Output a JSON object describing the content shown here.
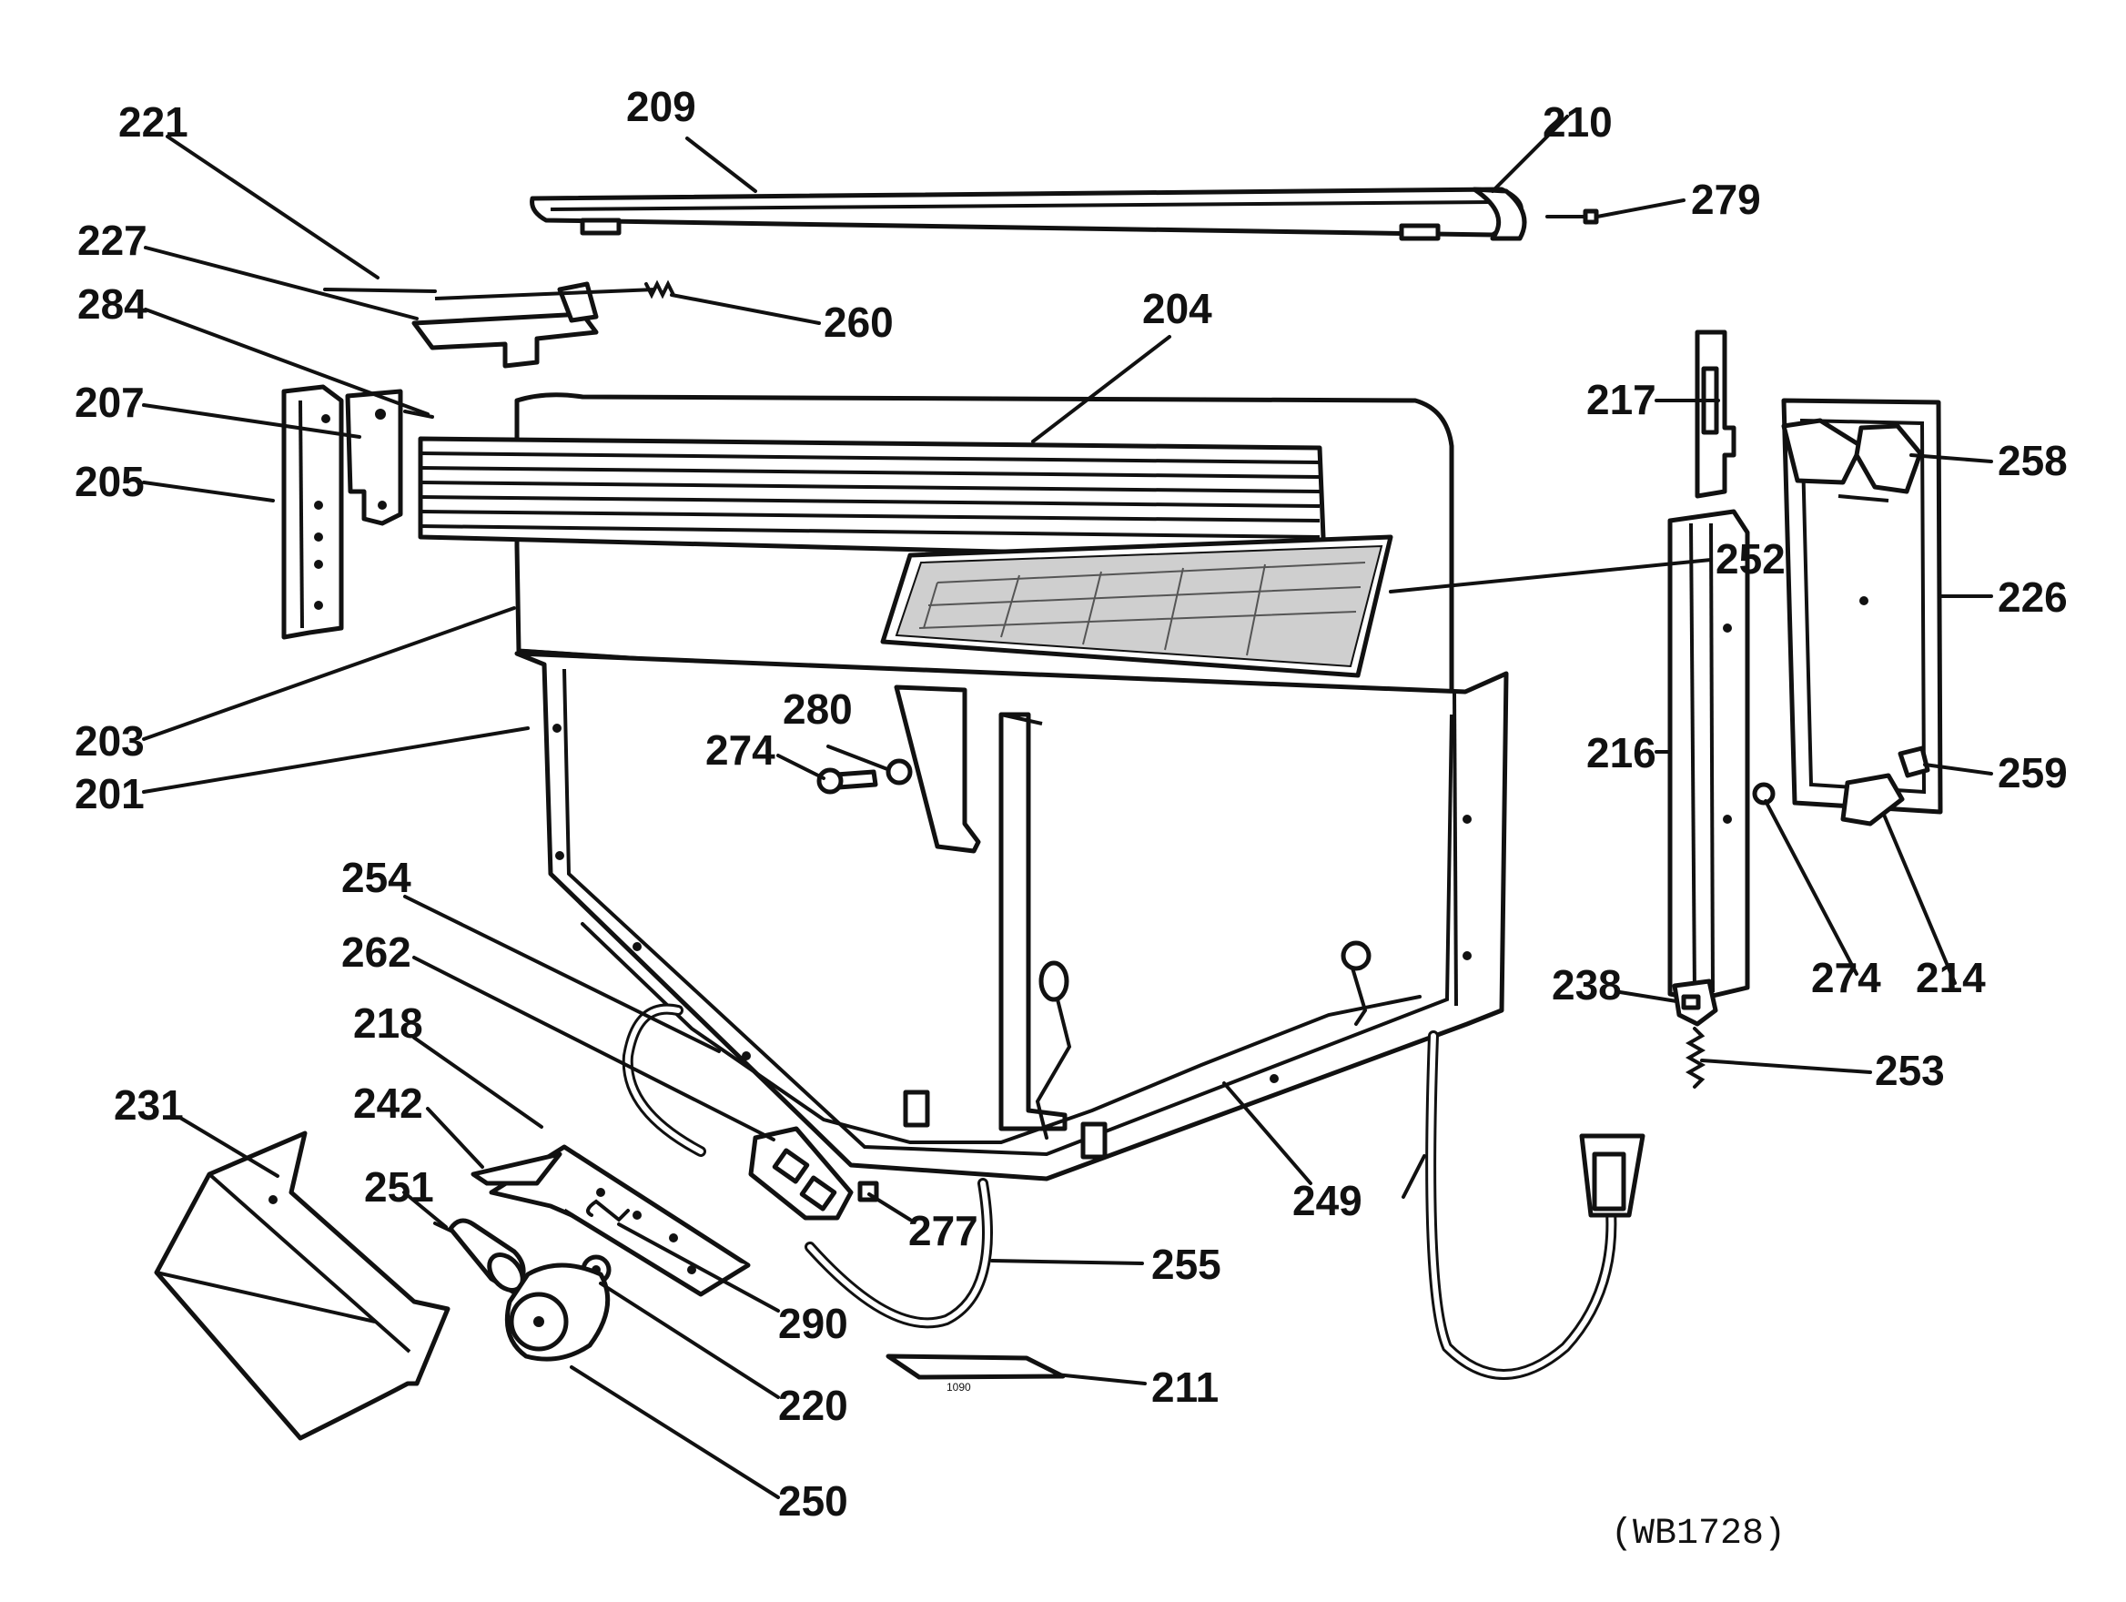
{
  "diagram_id": "(WB1728)",
  "callouts": {
    "c201": "201",
    "c203": "203",
    "c204": "204",
    "c205": "205",
    "c207": "207",
    "c209": "209",
    "c210": "210",
    "c211": "211",
    "c214": "214",
    "c216": "216",
    "c217": "217",
    "c218": "218",
    "c220": "220",
    "c221": "221",
    "c226": "226",
    "c227": "227",
    "c231": "231",
    "c238": "238",
    "c242": "242",
    "c249": "249",
    "c250": "250",
    "c251": "251",
    "c252": "252",
    "c253": "253",
    "c254": "254",
    "c255": "255",
    "c258": "258",
    "c259": "259",
    "c260": "260",
    "c262": "262",
    "c274a": "274",
    "c274b": "274",
    "c277": "277",
    "c279": "279",
    "c280": "280",
    "c284": "284",
    "c290": "290"
  },
  "plate_marking": "1090"
}
